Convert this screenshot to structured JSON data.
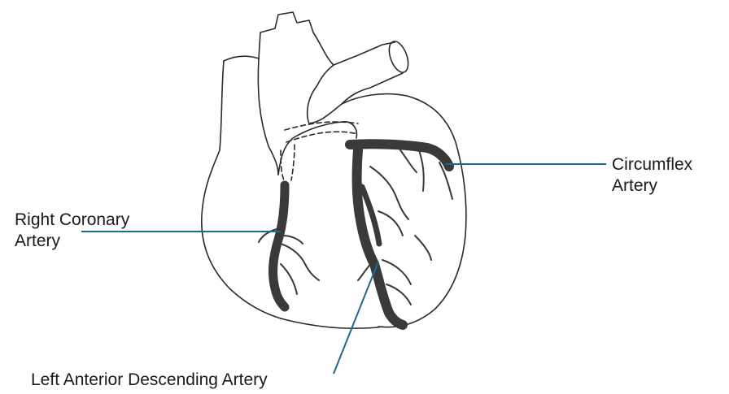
{
  "labels": {
    "right_coronary": {
      "line1": "Right Coronary",
      "line2": "Artery"
    },
    "circumflex": {
      "line1": "Circumflex",
      "line2": "Artery"
    },
    "left_anterior_descending": {
      "text": "Left Anterior Descending Artery"
    }
  },
  "colors": {
    "leader_line": "#1a6a96",
    "outline": "#2a2a2a",
    "artery_fill": "#3a3a3a",
    "background": "#ffffff"
  }
}
